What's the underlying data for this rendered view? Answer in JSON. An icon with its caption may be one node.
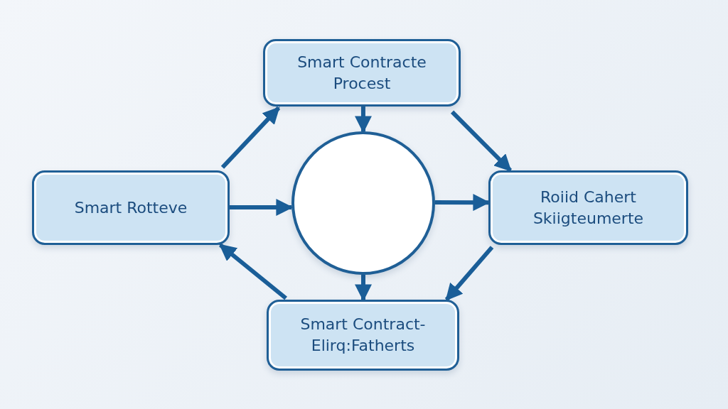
{
  "diagram": {
    "nodes": [
      {
        "text": [
          "Smart Contracte Procest"
        ]
      },
      {
        "text": [
          "Smart Rotteve"
        ]
      },
      {
        "text": [],
        "shape": "circle"
      },
      {
        "text": [
          "Roiid Cahert Skiigteumerte"
        ]
      },
      {
        "text": [
          "Smart Contract- Elirq:Fatherts"
        ]
      }
    ],
    "edges": [
      {
        "from": 0,
        "to": 2,
        "arrow": "to"
      },
      {
        "from": 2,
        "to": 4,
        "arrow": "to"
      },
      {
        "from": 1,
        "to": 2,
        "arrow": "to"
      },
      {
        "from": 2,
        "to": 3,
        "arrow": "to"
      },
      {
        "from": 1,
        "to": 0,
        "arrow": "to"
      },
      {
        "from": 0,
        "to": 3,
        "arrow": "to"
      },
      {
        "from": 3,
        "to": 4,
        "arrow": "to"
      },
      {
        "from": 4,
        "to": 1,
        "arrow": "to"
      }
    ]
  }
}
